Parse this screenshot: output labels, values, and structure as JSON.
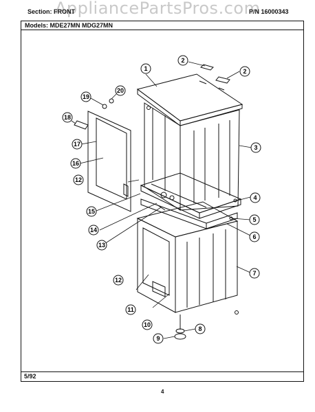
{
  "header": {
    "section_label": "Section: FRONT",
    "part_number": "P/N 16000343",
    "watermark": "AppliancePartsPros.com"
  },
  "models": "Models:  MDE27MN    MDG27MN",
  "footer": {
    "date": "5/92",
    "page": "4"
  },
  "callouts": [
    "1",
    "2",
    "2",
    "3",
    "4",
    "5",
    "6",
    "7",
    "8",
    "9",
    "10",
    "11",
    "12",
    "12",
    "13",
    "14",
    "15",
    "16",
    "17",
    "18",
    "19",
    "20"
  ]
}
